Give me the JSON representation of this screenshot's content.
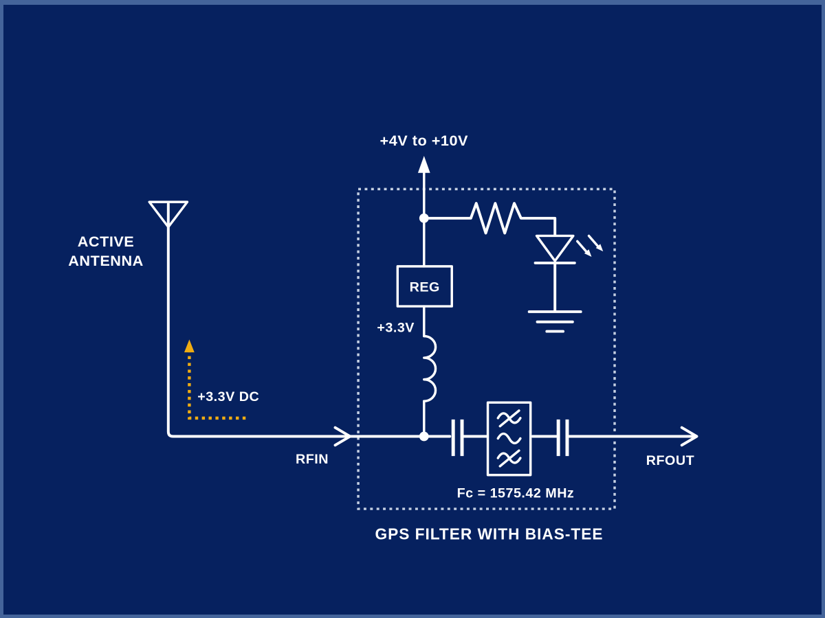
{
  "colors": {
    "background": "#06215f",
    "frame": "#44649a",
    "wire": "#ffffff",
    "accent": "#efac12",
    "dashed_box": "#c5d0e2"
  },
  "diagram": {
    "antenna": {
      "label_line1": "ACTIVE",
      "label_line2": "ANTENNA"
    },
    "supply": {
      "label": "+4V to +10V"
    },
    "regulator": {
      "label": "REG",
      "output_label": "+3.3V"
    },
    "dc_feed": {
      "label": "+3.3V DC"
    },
    "rf": {
      "input_label": "RFIN",
      "output_label": "RFOUT"
    },
    "filter": {
      "center_frequency": "Fc = 1575.42 MHz"
    },
    "caption": "GPS FILTER WITH BIAS-TEE"
  }
}
